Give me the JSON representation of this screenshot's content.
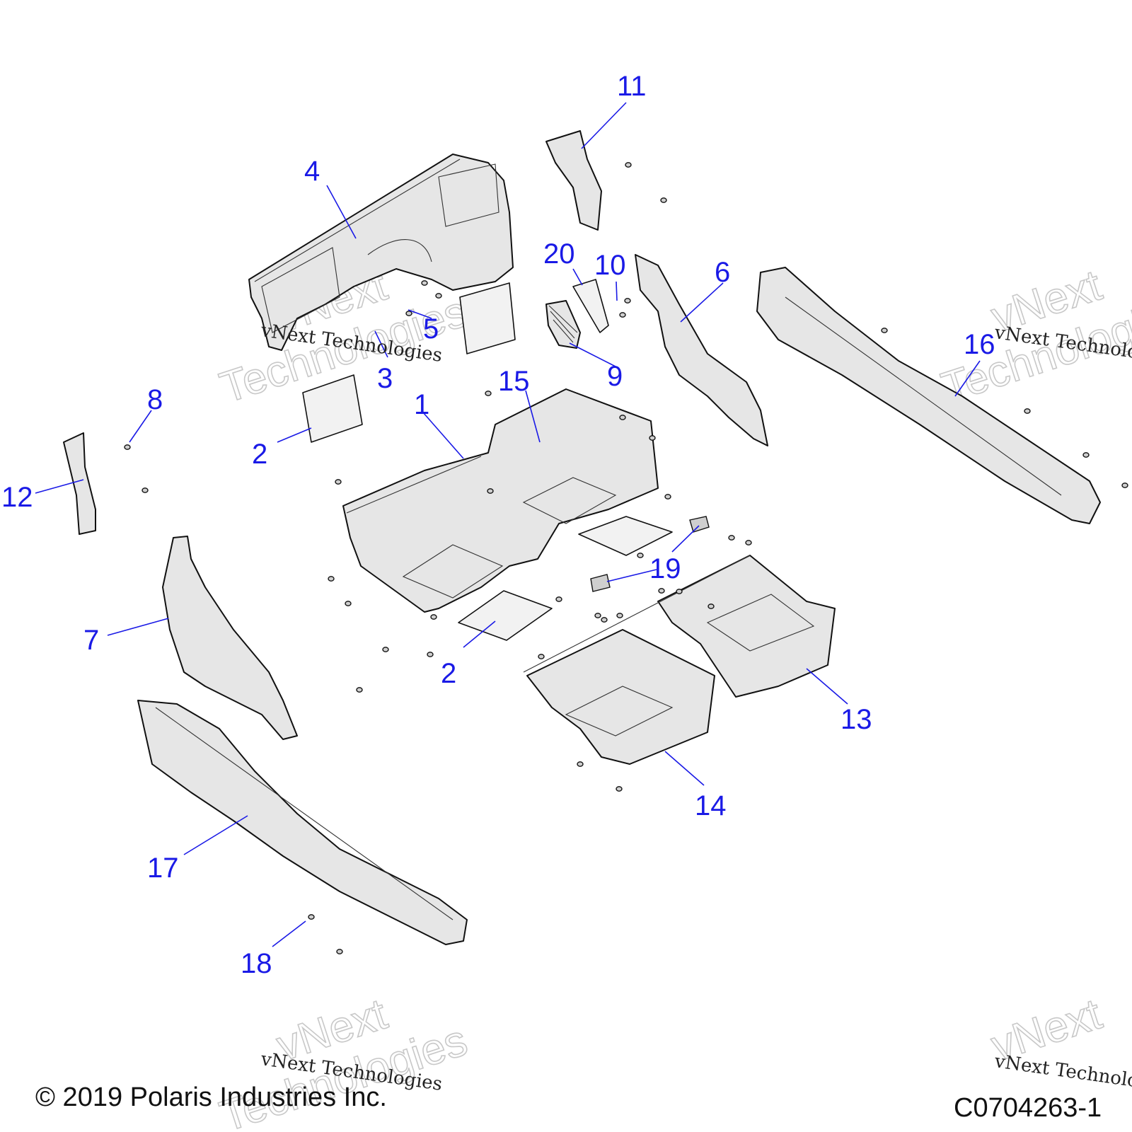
{
  "callouts": [
    {
      "label": "1"
    },
    {
      "label": "2"
    },
    {
      "label": "2"
    },
    {
      "label": "3"
    },
    {
      "label": "4"
    },
    {
      "label": "5"
    },
    {
      "label": "6"
    },
    {
      "label": "7"
    },
    {
      "label": "8"
    },
    {
      "label": "9"
    },
    {
      "label": "10"
    },
    {
      "label": "11"
    },
    {
      "label": "12"
    },
    {
      "label": "13"
    },
    {
      "label": "14"
    },
    {
      "label": "15"
    },
    {
      "label": "16"
    },
    {
      "label": "17"
    },
    {
      "label": "18"
    },
    {
      "label": "19"
    },
    {
      "label": "20"
    }
  ],
  "watermark": {
    "line": "vNext Technologies",
    "word1": "vNext",
    "word2": "Technologies"
  },
  "footer": {
    "copyright": "© 2019 Polaris Industries Inc.",
    "drawing_number": "C0704263-1"
  },
  "colors": {
    "callout": "#1a1ae6",
    "part_fill": "#e6e6e6",
    "line": "#111111"
  }
}
